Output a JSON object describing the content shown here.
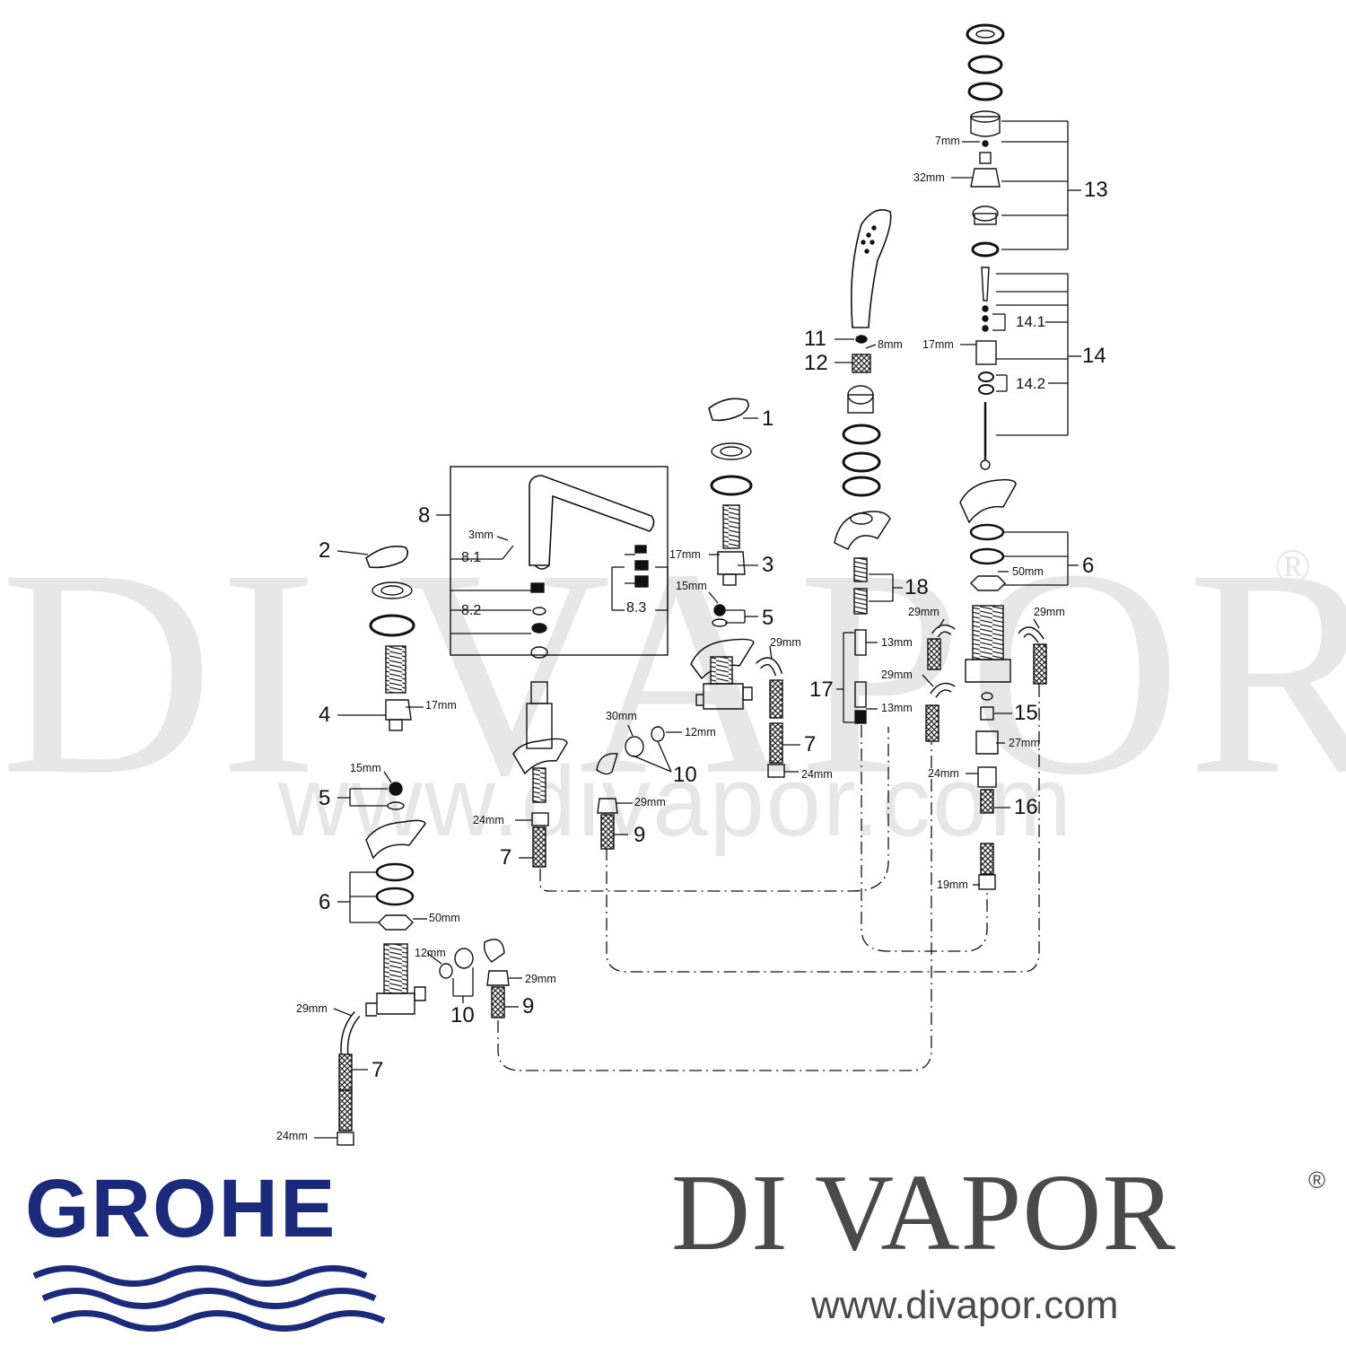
{
  "watermark": {
    "text": "DI VAPOR",
    "registered": "®",
    "url": "www.divapor.com"
  },
  "brand": {
    "name": "GROHE",
    "color": "#1b2a7a"
  },
  "footer_logo": {
    "text": "DI VAPOR",
    "registered": "®",
    "url": "www.divapor.com",
    "color": "#4a4a4a"
  },
  "callouts": {
    "c1": "1",
    "c2": "2",
    "c3": "3",
    "c4": "4",
    "c5a": "5",
    "c5b": "5",
    "c6a": "6",
    "c6b": "6",
    "c7a": "7",
    "c7b": "7",
    "c7c": "7",
    "c8": "8",
    "c81": "8.1",
    "c82": "8.2",
    "c83": "8.3",
    "c9a": "9",
    "c9b": "9",
    "c10a": "10",
    "c10b": "10",
    "c11": "11",
    "c12": "12",
    "c13": "13",
    "c14": "14",
    "c141": "14.1",
    "c142": "14.2",
    "c15": "15",
    "c16": "16",
    "c17": "17",
    "c18": "18"
  },
  "dims": {
    "d7mm": "7mm",
    "d32mm": "32mm",
    "d17mm_a": "17mm",
    "d8mm": "8mm",
    "d3mm": "3mm",
    "d17mm_b": "17mm",
    "d15mm_a": "15mm",
    "d29mm_a": "29mm",
    "d17mm_c": "17mm",
    "d15mm_b": "15mm",
    "d30mm": "30mm",
    "d12mm_a": "12mm",
    "d24mm_a": "24mm",
    "d29mm_b": "29mm",
    "d24mm_b": "24mm",
    "d50mm_a": "50mm",
    "d12mm_b": "12mm",
    "d29mm_c": "29mm",
    "d29mm_d": "29mm",
    "d24mm_c": "24mm",
    "d50mm_b": "50mm",
    "d29mm_e": "29mm",
    "d29mm_f": "29mm",
    "d13mm_a": "13mm",
    "d29mm_g": "29mm",
    "d13mm_b": "13mm",
    "d27mm": "27mm",
    "d24mm_d": "24mm",
    "d19mm": "19mm"
  }
}
